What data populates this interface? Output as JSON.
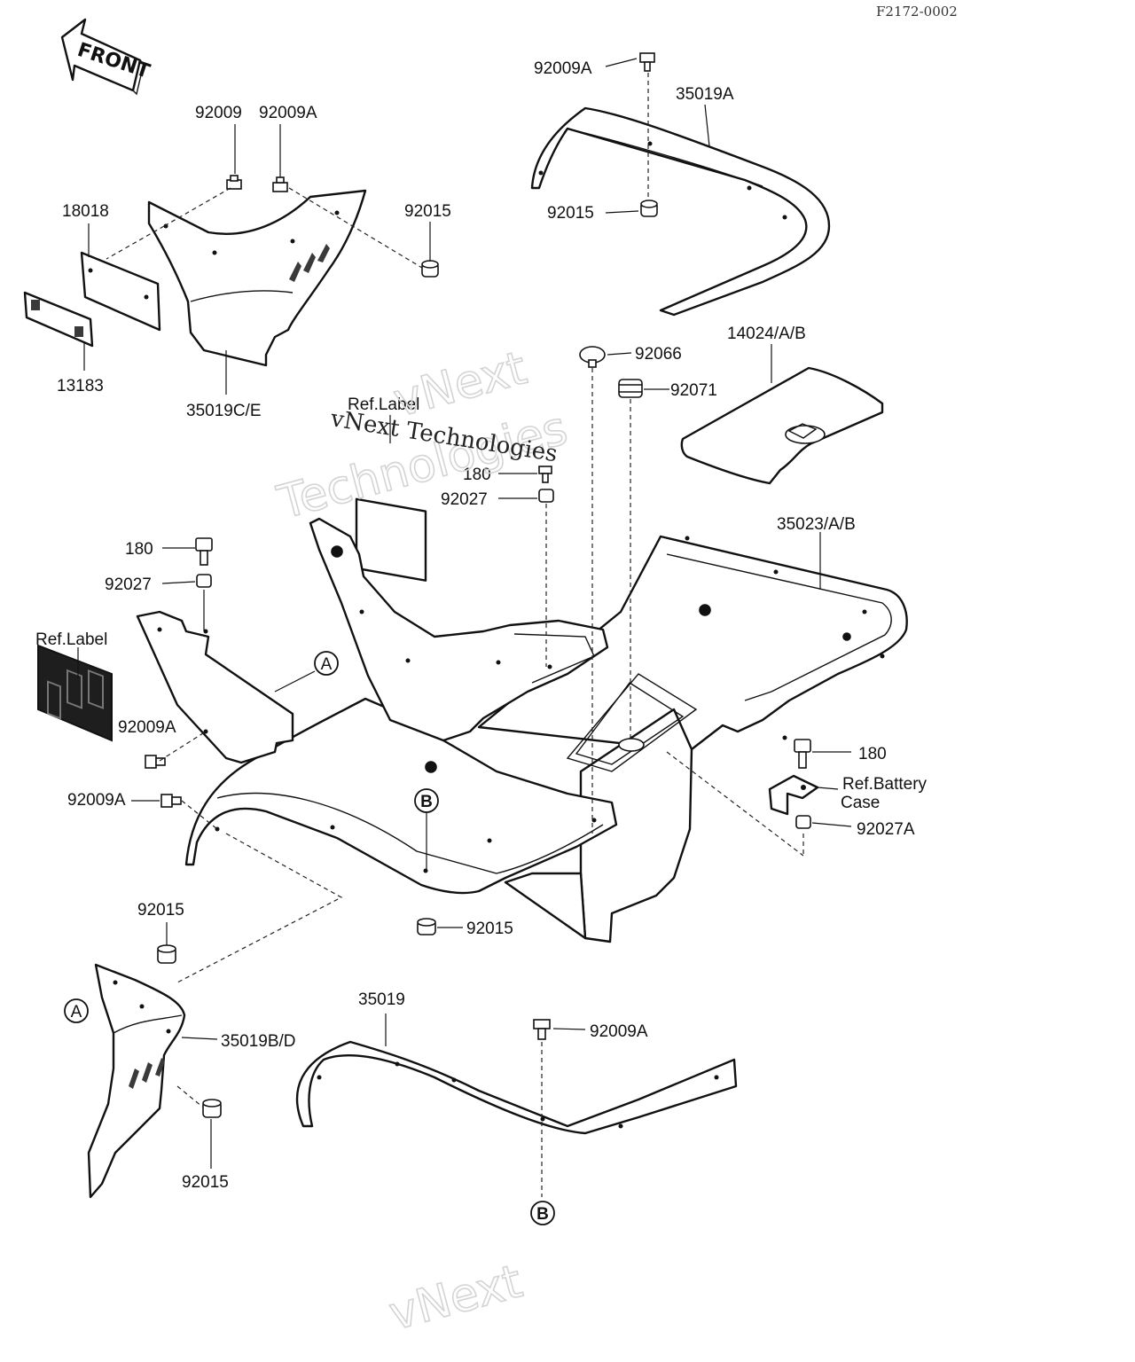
{
  "document_id": "F2172-0002",
  "front_arrow": {
    "text": "FRONT"
  },
  "watermarks": [
    {
      "text": "vNext",
      "style": "outline"
    },
    {
      "text": "Technologies",
      "style": "outline"
    },
    {
      "text": "vNext Technologies",
      "style": "solid"
    },
    {
      "text": "vNext",
      "style": "outline-bottom"
    }
  ],
  "callouts": [
    {
      "id": "c1",
      "text": "92009A"
    },
    {
      "id": "c2",
      "text": "35019A"
    },
    {
      "id": "c3",
      "text": "92009"
    },
    {
      "id": "c4",
      "text": "92009A"
    },
    {
      "id": "c5",
      "text": "18018"
    },
    {
      "id": "c6",
      "text": "92015"
    },
    {
      "id": "c7",
      "text": "92015"
    },
    {
      "id": "c8",
      "text": "13183"
    },
    {
      "id": "c9",
      "text": "35019C/E"
    },
    {
      "id": "c10",
      "text": "92066"
    },
    {
      "id": "c11",
      "text": "14024/A/B"
    },
    {
      "id": "c12",
      "text": "92071"
    },
    {
      "id": "c13",
      "text": "Ref.Label"
    },
    {
      "id": "c14",
      "text": "180"
    },
    {
      "id": "c15",
      "text": "92027"
    },
    {
      "id": "c16",
      "text": "35023/A/B"
    },
    {
      "id": "c17",
      "text": "180"
    },
    {
      "id": "c18",
      "text": "92027"
    },
    {
      "id": "c19",
      "text": "Ref.Label"
    },
    {
      "id": "c20",
      "text": "92009A"
    },
    {
      "id": "c21",
      "text": "180"
    },
    {
      "id": "c22",
      "text": "Ref.Battery"
    },
    {
      "id": "c23",
      "text": "Case"
    },
    {
      "id": "c24",
      "text": "92027A"
    },
    {
      "id": "c25",
      "text": "92009A"
    },
    {
      "id": "c26",
      "text": "92015"
    },
    {
      "id": "c27",
      "text": "92015"
    },
    {
      "id": "c28",
      "text": "35019B/D"
    },
    {
      "id": "c29",
      "text": "35019"
    },
    {
      "id": "c30",
      "text": "92009A"
    },
    {
      "id": "c31",
      "text": "92015"
    }
  ],
  "reference_markers": [
    {
      "id": "m1",
      "text": "A"
    },
    {
      "id": "m2",
      "text": "B"
    },
    {
      "id": "m3",
      "text": "A"
    },
    {
      "id": "m4",
      "text": "B"
    }
  ],
  "colors": {
    "line": "#111111",
    "background": "#ffffff",
    "watermark": "#d4d4d4"
  }
}
